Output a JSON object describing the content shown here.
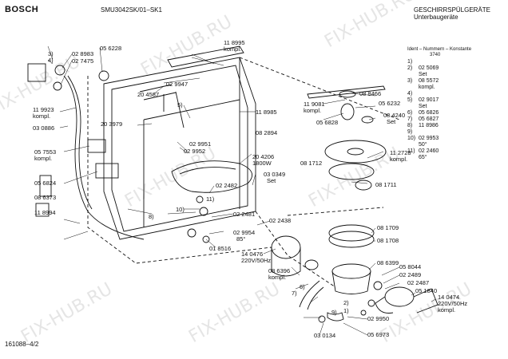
{
  "header": {
    "brand": "BOSCH",
    "model": "SMU3042SK/01–SK1",
    "category": "GESCHIRRSPÜLGERÄTE",
    "subcategory": "Unterbaugeräte",
    "ident_label": "Ident – Nummern – Konstante",
    "ident_value": "3740"
  },
  "legend": [
    {
      "key": "1)",
      "value": ""
    },
    {
      "key": "2)",
      "value": "02 5069"
    },
    {
      "key": "",
      "value": "Set"
    },
    {
      "key": "3)",
      "value": "08 5572"
    },
    {
      "key": "",
      "value": "kompl."
    },
    {
      "key": "4)",
      "value": ""
    },
    {
      "key": "5)",
      "value": "02 9017"
    },
    {
      "key": "",
      "value": "Set"
    },
    {
      "key": "6)",
      "value": "05 6826"
    },
    {
      "key": "7)",
      "value": "05 6827"
    },
    {
      "key": "8)",
      "value": "11 8986"
    },
    {
      "key": "9)",
      "value": ""
    },
    {
      "key": "10)",
      "value": "02 9953"
    },
    {
      "key": "",
      "value": "50°"
    },
    {
      "key": "11)",
      "value": "02 2460"
    },
    {
      "key": "",
      "value": "65°"
    }
  ],
  "callouts": {
    "c3": "3)",
    "c4": "4)",
    "p028983": "02 8983",
    "p027475": "02 7475",
    "p056228": "05 6228",
    "p118995": "11 8995",
    "p118995k": "kompl.",
    "p029947": "02 9947",
    "p204587": "20 4587",
    "p119923": "11 9923",
    "p119923k": "kompl.",
    "p030886": "03 0886",
    "c5": "5)",
    "p118985": "11 8985",
    "p203979": "20 3979",
    "p082894": "08 2894",
    "p029951": "02 9951",
    "p029952": "02 9952",
    "p057553": "05 7553",
    "p057553k": "kompl.",
    "p204206": "20 4206",
    "p204206w": "1800W",
    "p030349": "03 0349",
    "p030349s": "Set",
    "p056824": "05 6824",
    "p022482": "02 2482",
    "c11": "11)",
    "c10": "10)",
    "p086373": "08 6373",
    "c8": "8)",
    "p118994": "11 8994",
    "p022481": "02 2481",
    "p022438": "02 2438",
    "p029954": "02 9954",
    "p029954d": "85°",
    "p018516": "01 8516",
    "p140476": "14 0476",
    "p140476v": "220V/50Hz",
    "p086396": "08 6396",
    "p086396k": "kompl.",
    "c6": "6)",
    "c7": "7)",
    "c2": "2)",
    "c1": "1)",
    "p030134": "03 0134",
    "p119081": "11 9081",
    "p119081k": "kompl.",
    "p088466": "08 8466",
    "p056232": "05 6232",
    "p056828": "05 6828",
    "p084240": "08 4240",
    "p084240s": "Set",
    "p081712": "08 1712",
    "p112728": "11 2728",
    "p112728k": "kompl.",
    "p081711": "08 1711",
    "p081709": "08 1709",
    "p081708": "08 1708",
    "p086399": "08 6399",
    "p058044": "05 8044",
    "p022489": "02 2489",
    "p022487": "02 2487",
    "p051840": "05 1840",
    "p140474": "14 0474",
    "p140474v": "220V/50Hz",
    "p140474k": "kompl.",
    "p029950": "02 9950",
    "p056973": "05 6973",
    "c9": "9)"
  },
  "footer": {
    "drawing_no": "161088–4/2"
  },
  "watermark": "FIX-HUB.RU"
}
